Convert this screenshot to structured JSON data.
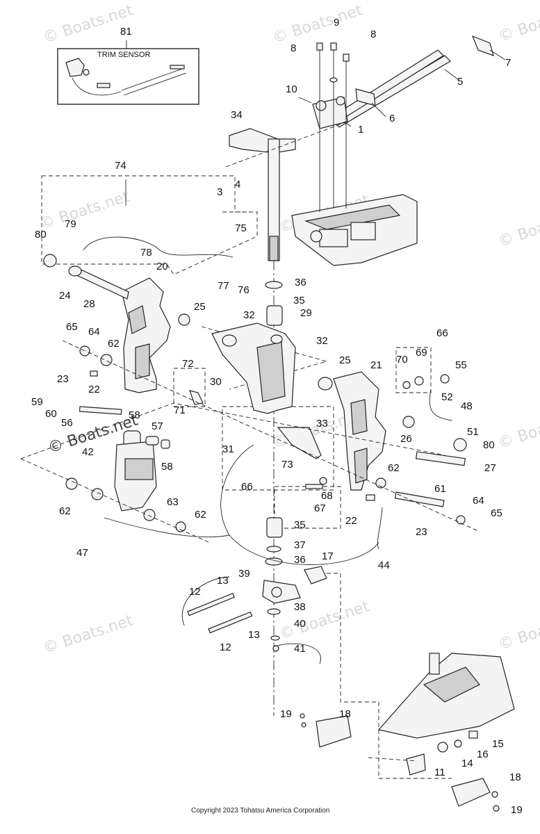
{
  "box_title": "TRIM SENSOR",
  "watermark": "© Boats.net",
  "watermark_prominent": "© Boats.net",
  "copyright": "Copyright 2023 Tohatsu America Corporation",
  "callouts": {
    "c1": "1",
    "c3": "3",
    "c4": "4",
    "c5": "5",
    "c6": "6",
    "c7": "7",
    "c8a": "8",
    "c8b": "8",
    "c9": "9",
    "c10": "10",
    "c11": "11",
    "c12a": "12",
    "c12b": "12",
    "c13a": "13",
    "c13b": "13",
    "c14": "14",
    "c15": "15",
    "c16": "16",
    "c17": "17",
    "c18a": "18",
    "c18b": "18",
    "c19a": "19",
    "c19b": "19",
    "c20": "20",
    "c21": "21",
    "c22a": "22",
    "c22b": "22",
    "c23a": "23",
    "c23b": "23",
    "c24": "24",
    "c25a": "25",
    "c25b": "25",
    "c26": "26",
    "c27": "27",
    "c28": "28",
    "c29": "29",
    "c30": "30",
    "c31": "31",
    "c32a": "32",
    "c32b": "32",
    "c33": "33",
    "c34": "34",
    "c35a": "35",
    "c35b": "35",
    "c36a": "36",
    "c36b": "36",
    "c37": "37",
    "c38": "38",
    "c39": "39",
    "c40": "40",
    "c41": "41",
    "c42": "42",
    "c44": "44",
    "c47": "47",
    "c48": "48",
    "c51": "51",
    "c52": "52",
    "c55": "55",
    "c56": "56",
    "c57": "57",
    "c58a": "58",
    "c58b": "58",
    "c59": "59",
    "c60": "60",
    "c61": "61",
    "c62a": "62",
    "c62b": "62",
    "c62c": "62",
    "c62d": "62",
    "c63": "63",
    "c64a": "64",
    "c64b": "64",
    "c65a": "65",
    "c65b": "65",
    "c66a": "66",
    "c66b": "66",
    "c67": "67",
    "c68": "68",
    "c69": "69",
    "c70": "70",
    "c71": "71",
    "c72": "72",
    "c73": "73",
    "c74": "74",
    "c75": "75",
    "c76": "76",
    "c77": "77",
    "c78": "78",
    "c79": "79",
    "c80a": "80",
    "c80b": "80",
    "c81": "81"
  }
}
